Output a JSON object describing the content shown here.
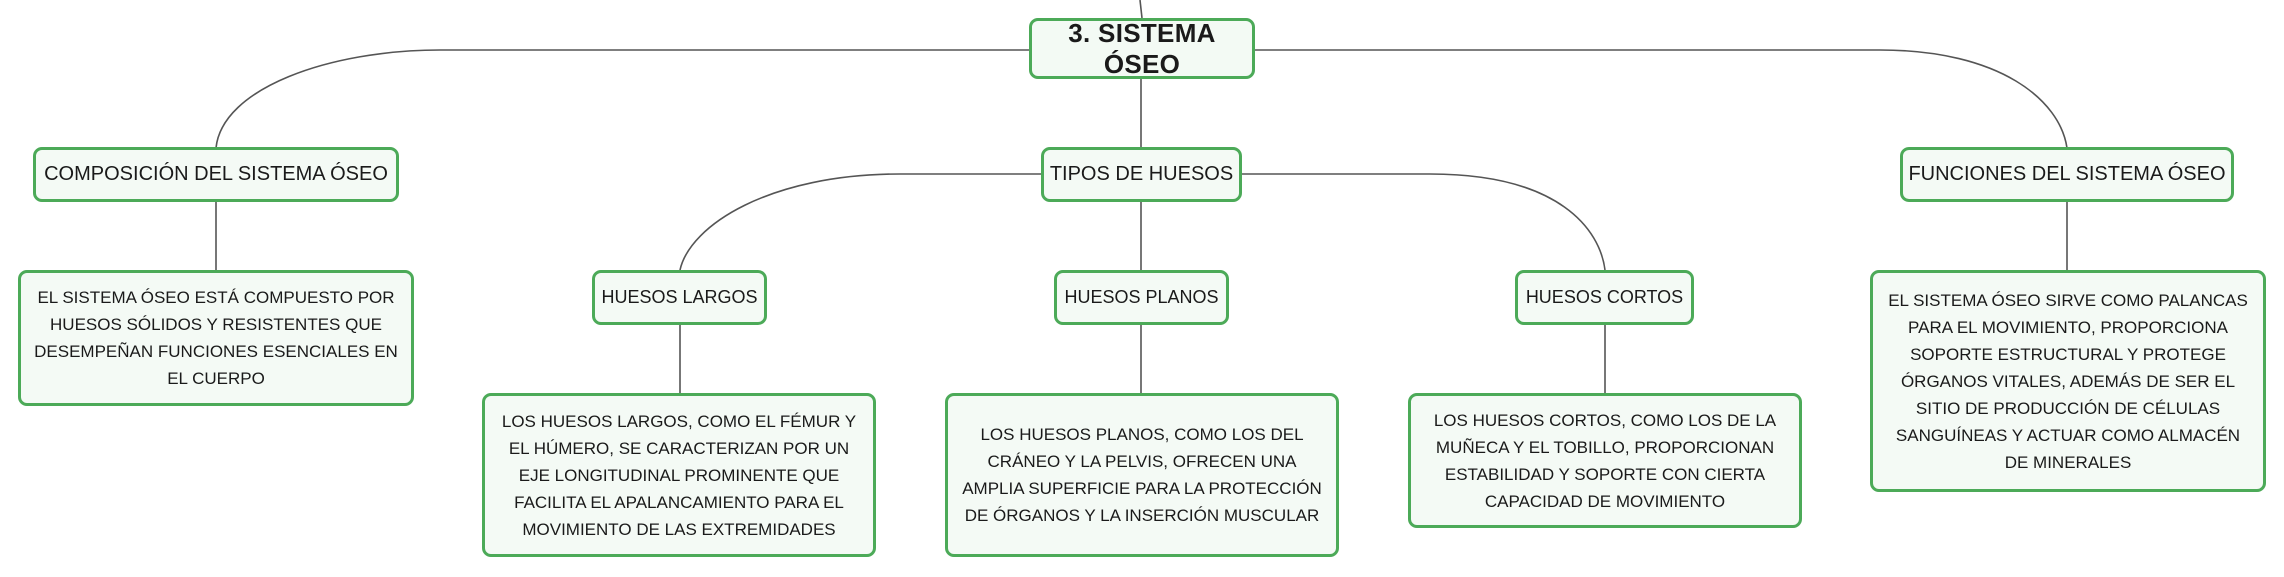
{
  "mindmap": {
    "root": {
      "label": "3. SISTEMA ÓSEO"
    },
    "composicion": {
      "label": "COMPOSICIÓN DEL SISTEMA ÓSEO",
      "description": "EL SISTEMA ÓSEO ESTÁ COMPUESTO POR HUESOS SÓLIDOS Y RESISTENTES QUE DESEMPEÑAN FUNCIONES ESENCIALES EN EL CUERPO"
    },
    "tipos": {
      "label": "TIPOS DE HUESOS",
      "largos": {
        "label": "HUESOS LARGOS",
        "description": "LOS HUESOS LARGOS, COMO EL FÉMUR Y EL HÚMERO, SE CARACTERIZAN POR UN EJE LONGITUDINAL PROMINENTE QUE FACILITA EL APALANCAMIENTO PARA EL MOVIMIENTO DE LAS EXTREMIDADES"
      },
      "planos": {
        "label": "HUESOS PLANOS",
        "description": "LOS HUESOS PLANOS, COMO LOS DEL CRÁNEO Y LA PELVIS, OFRECEN UNA AMPLIA SUPERFICIE PARA LA PROTECCIÓN DE ÓRGANOS Y LA INSERCIÓN MUSCULAR"
      },
      "cortos": {
        "label": "HUESOS CORTOS",
        "description": "LOS HUESOS CORTOS, COMO LOS DE LA MUÑECA Y EL TOBILLO, PROPORCIONAN ESTABILIDAD Y SOPORTE CON CIERTA CAPACIDAD DE MOVIMIENTO"
      }
    },
    "funciones": {
      "label": "FUNCIONES DEL SISTEMA ÓSEO",
      "description": "EL SISTEMA ÓSEO SIRVE COMO PALANCAS PARA EL MOVIMIENTO, PROPORCIONA SOPORTE ESTRUCTURAL Y PROTEGE ÓRGANOS VITALES, ADEMÁS DE SER EL SITIO DE PRODUCCIÓN DE CÉLULAS SANGUÍNEAS Y ACTUAR COMO ALMACÉN DE MINERALES"
    }
  },
  "colors": {
    "node_border": "#4caa58",
    "node_fill": "#f4faf5",
    "connector": "#555555"
  }
}
